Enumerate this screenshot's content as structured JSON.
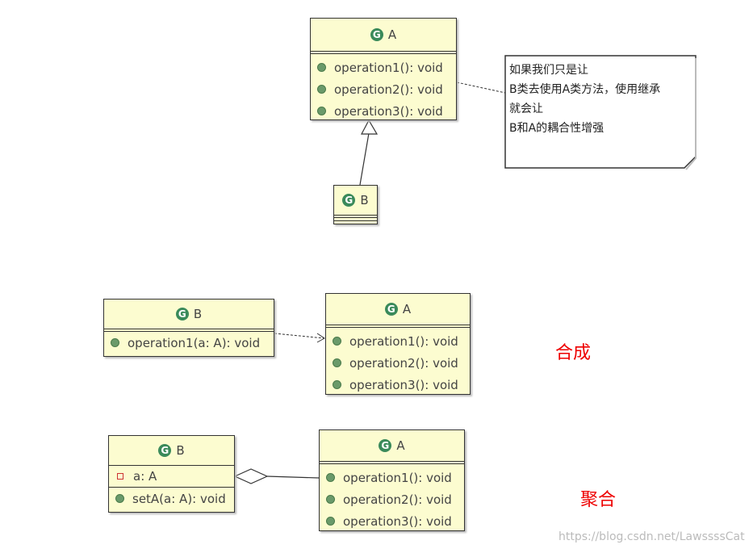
{
  "top": {
    "class_a": {
      "name": "A",
      "methods": [
        "operation1(): void",
        "operation2(): void",
        "operation3(): void"
      ]
    },
    "class_b": {
      "name": "B"
    },
    "note": [
      "如果我们只是让",
      "B类去使用A类方法，使用继承",
      "就会让",
      "B和A的耦合性增强"
    ]
  },
  "composition": {
    "class_b": {
      "name": "B",
      "methods": [
        "operation1(a: A): void"
      ]
    },
    "class_a": {
      "name": "A",
      "methods": [
        "operation1(): void",
        "operation2(): void",
        "operation3(): void"
      ]
    },
    "label": "合成"
  },
  "aggregation": {
    "class_b": {
      "name": "B",
      "attributes": [
        "a: A"
      ],
      "methods": [
        "setA(a: A): void"
      ]
    },
    "class_a": {
      "name": "A",
      "methods": [
        "operation1(): void",
        "operation2(): void",
        "operation3(): void"
      ]
    },
    "label": "聚合"
  },
  "watermark": "https://blog.csdn.net/LawssssCat",
  "icon": "G"
}
